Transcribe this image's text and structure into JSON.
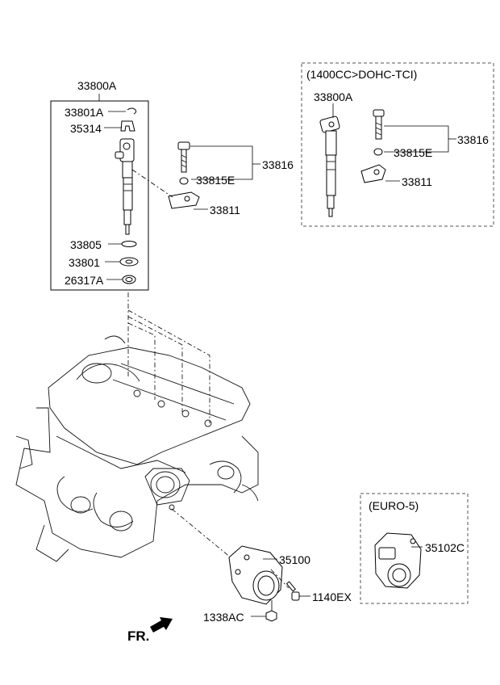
{
  "groups": {
    "variant_dohc": "(1400CC>DOHC-TCI)",
    "variant_euro5": "(EURO-5)"
  },
  "labels": {
    "injector_assy_left": "33800A",
    "clip_left": "33801A",
    "seal_clip": "35314",
    "o_ring": "33805",
    "washer": "33801",
    "seal_ring": "26317A",
    "bolt_group_center": "33816",
    "spacer_center": "33815E",
    "clamp_center": "33811",
    "injector_assy_right": "33800A",
    "bolt_group_right": "33816",
    "spacer_right": "33815E",
    "clamp_right": "33811",
    "throttle_body": "35100",
    "throttle_body_euro5": "35102C",
    "bolt_throttle": "1140EX",
    "nut_throttle": "1338AC",
    "front_marker": "FR."
  },
  "colors": {
    "line": "#000000",
    "background": "#ffffff"
  }
}
